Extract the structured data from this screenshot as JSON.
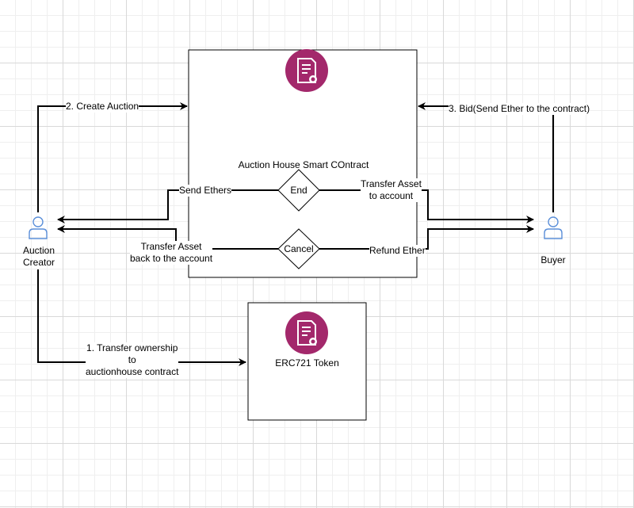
{
  "contract": {
    "title": "Auction House Smart COntract",
    "end_label": "End",
    "cancel_label": "Cancel"
  },
  "token": {
    "title": "ERC721 Token"
  },
  "actors": {
    "creator": "Auction\nCreator",
    "buyer": "Buyer"
  },
  "edges": {
    "create_auction": "2. Create Auction",
    "bid": "3. Bid(Send Ether to the contract)",
    "send_ethers": "Send Ethers",
    "transfer_asset_account": "Transfer Asset\nto account",
    "transfer_asset_back": "Transfer Asset\nback to the account",
    "refund_ether": "Refund Ether",
    "transfer_ownership": "1. Transfer ownership\nto\nauctionhouse contract"
  },
  "icons": {
    "contract_icon": "certificate-icon",
    "token_icon": "certificate-icon",
    "creator_icon": "user-icon",
    "buyer_icon": "user-icon"
  },
  "colors": {
    "certificate_badge": "#a3286b",
    "actor": "#5b8fd9",
    "stroke": "#000000"
  }
}
